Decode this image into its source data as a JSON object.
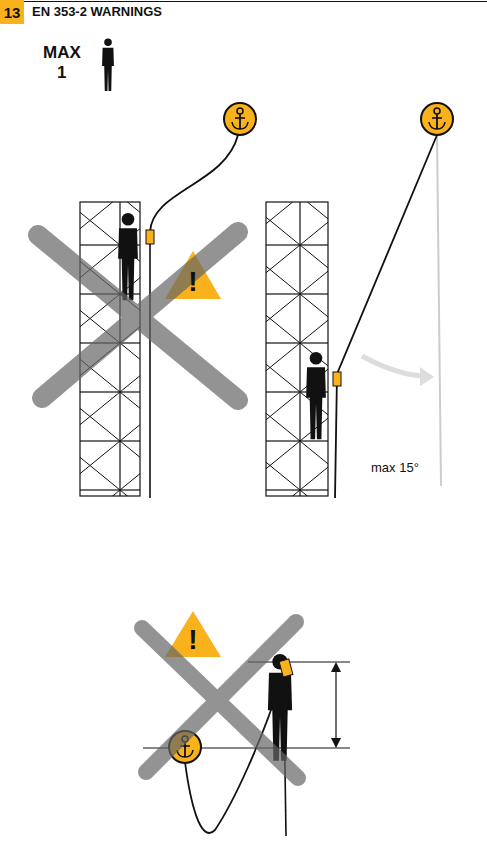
{
  "diagram": {
    "title": "EN 353-2 WARNINGS",
    "nodes": [
      {
        "text": [
          "13"
        ]
      }
    ],
    "labels": [
      "MAX",
      "1",
      "!",
      "!",
      "max 15°"
    ]
  }
}
